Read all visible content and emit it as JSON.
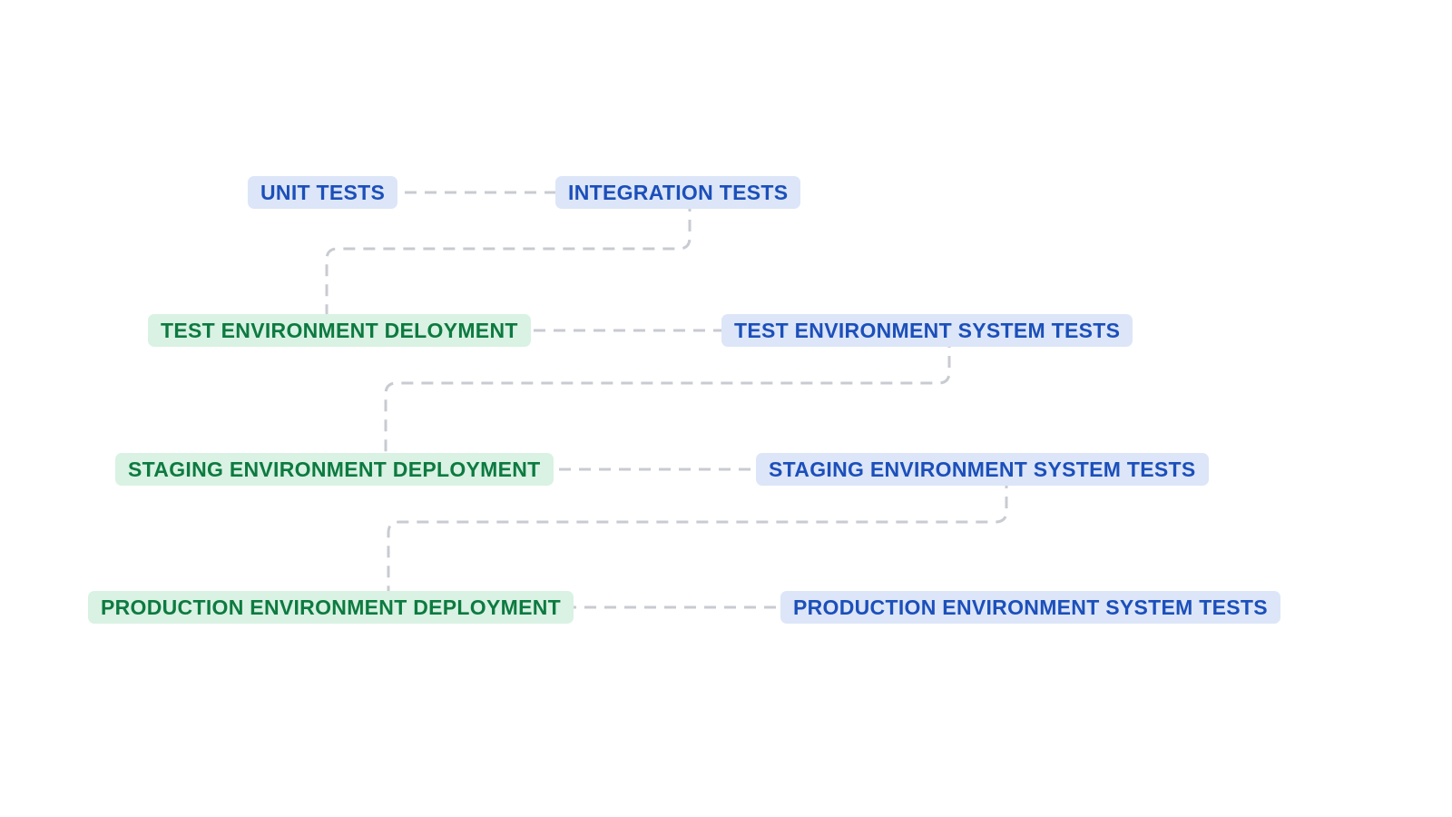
{
  "diagram": {
    "colors": {
      "background": "#ffffff",
      "connector": "#c8cbd1",
      "test_badge_bg": "#dce6f8",
      "test_badge_text": "#1c4fba",
      "deployment_badge_bg": "#d9f2e3",
      "deployment_badge_text": "#0d7a40"
    },
    "nodes": [
      {
        "id": "unit-tests",
        "label": "UNIT TESTS",
        "type": "test"
      },
      {
        "id": "integration-tests",
        "label": "INTEGRATION TESTS",
        "type": "test"
      },
      {
        "id": "test-environment-deployment",
        "label": "TEST ENVIRONMENT DELOYMENT",
        "type": "deployment"
      },
      {
        "id": "test-environment-system-tests",
        "label": "TEST ENVIRONMENT SYSTEM TESTS",
        "type": "test"
      },
      {
        "id": "staging-environment-deployment",
        "label": "STAGING ENVIRONMENT DEPLOYMENT",
        "type": "deployment"
      },
      {
        "id": "staging-environment-system-tests",
        "label": "STAGING ENVIRONMENT SYSTEM TESTS",
        "type": "test"
      },
      {
        "id": "production-environment-deployment",
        "label": "PRODUCTION ENVIRONMENT DEPLOYMENT",
        "type": "deployment"
      },
      {
        "id": "production-environment-system-tests",
        "label": "PRODUCTION ENVIRONMENT SYSTEM TESTS",
        "type": "test"
      }
    ],
    "edges": [
      {
        "from": "unit-tests",
        "to": "integration-tests",
        "style": "dashed"
      },
      {
        "from": "integration-tests",
        "to": "test-environment-deployment",
        "style": "dashed"
      },
      {
        "from": "test-environment-deployment",
        "to": "test-environment-system-tests",
        "style": "dashed"
      },
      {
        "from": "test-environment-system-tests",
        "to": "staging-environment-deployment",
        "style": "dashed"
      },
      {
        "from": "staging-environment-deployment",
        "to": "staging-environment-system-tests",
        "style": "dashed"
      },
      {
        "from": "staging-environment-system-tests",
        "to": "production-environment-deployment",
        "style": "dashed"
      },
      {
        "from": "production-environment-deployment",
        "to": "production-environment-system-tests",
        "style": "dashed"
      }
    ]
  }
}
